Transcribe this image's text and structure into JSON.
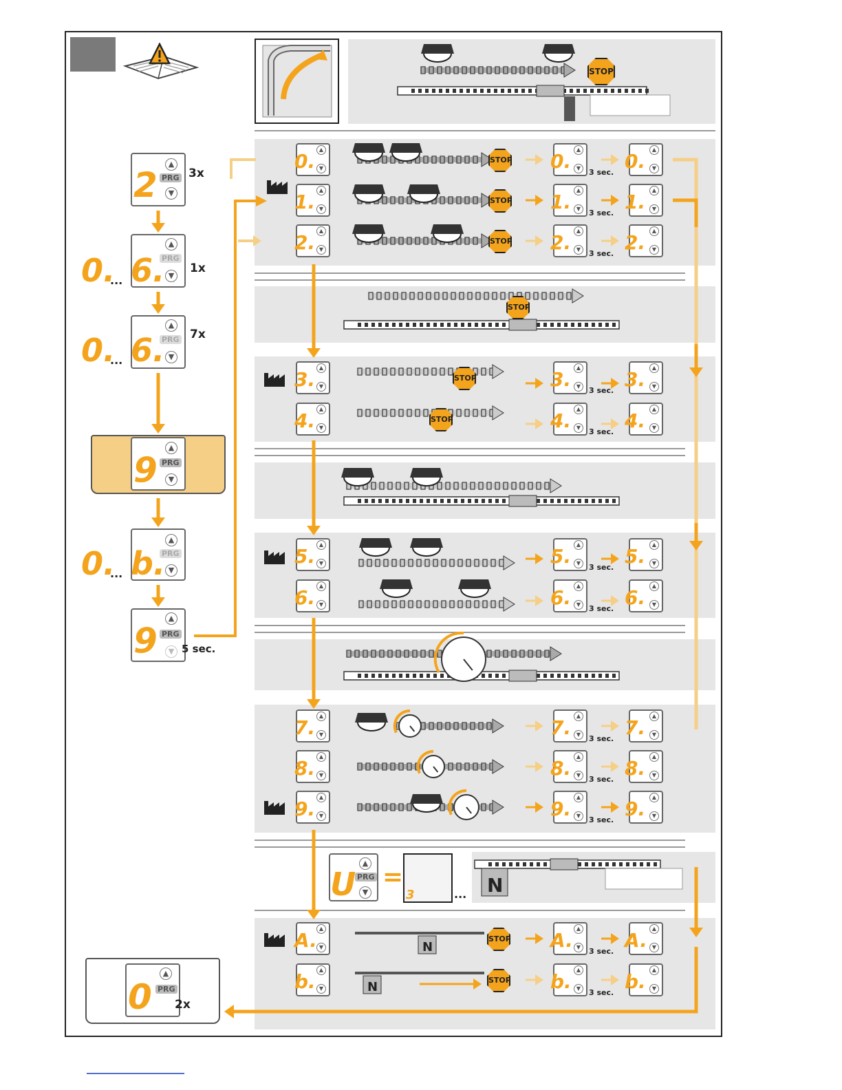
{
  "page": {
    "step_number": "",
    "stop_label": "STOP",
    "prg_label": "PRG",
    "three_sec_label": "3 sec.",
    "ellipsis": "..."
  },
  "left_sequence": {
    "step1": {
      "digit": "2",
      "press_count": "3x"
    },
    "step2": {
      "range_start": "0.",
      "range_end": "6.",
      "press_count": "1x"
    },
    "step3": {
      "range_start": "0.",
      "range_end": "6.",
      "press_count": "7x"
    },
    "step4": {
      "digit": "9"
    },
    "step5": {
      "range_start": "0.",
      "range_end": "b."
    },
    "step6": {
      "digit": "9",
      "hold_label": "5 sec."
    },
    "final": {
      "digit": "0",
      "press_count": "2x"
    }
  },
  "menu_rows": [
    {
      "value": "0.",
      "factory": true
    },
    {
      "value": "1.",
      "factory": false
    },
    {
      "value": "2.",
      "factory": false
    },
    {
      "value": "3.",
      "factory": true
    },
    {
      "value": "4.",
      "factory": false
    },
    {
      "value": "5.",
      "factory": true
    },
    {
      "value": "6.",
      "factory": false
    },
    {
      "value": "7.",
      "factory": false
    },
    {
      "value": "8.",
      "factory": false
    },
    {
      "value": "9.",
      "factory": true
    },
    {
      "value": "A.",
      "factory": true
    },
    {
      "value": "b.",
      "factory": false
    }
  ],
  "u_section": {
    "digit": "U",
    "small_digit": "3",
    "equals": "=",
    "load_letter": "N"
  },
  "load_letter": "N",
  "colors": {
    "accent": "#f4a41c",
    "accent_light": "#f6cf86",
    "panel_gray": "#e6e6e6",
    "frame": "#222222"
  },
  "icons": [
    "warning-manual-icon",
    "garage-door-icon",
    "factory-icon",
    "hare-icon",
    "snail-icon",
    "gauge-icon",
    "hand-press-icon"
  ]
}
